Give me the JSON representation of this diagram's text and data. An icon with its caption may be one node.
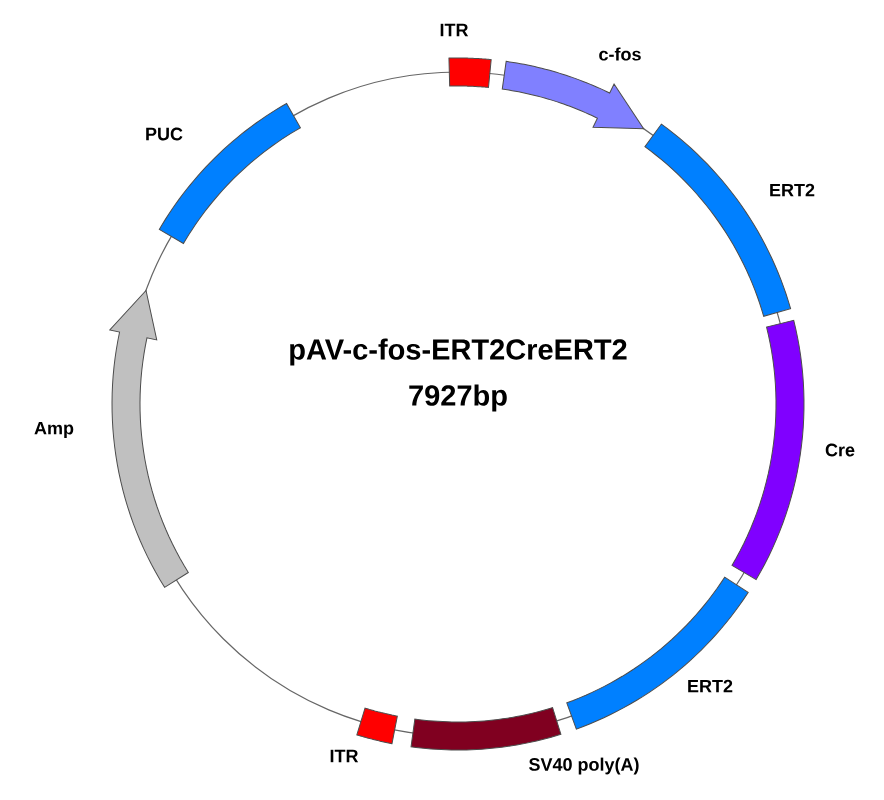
{
  "diagram": {
    "title": "pAV-c-fos-ERT2CreERT2",
    "nodes": [
      {
        "text": [
          "ITR"
        ]
      },
      {
        "text": [
          "c-fos"
        ]
      },
      {
        "text": [
          "ERT2"
        ]
      },
      {
        "text": [
          "Cre"
        ]
      },
      {
        "text": [
          "ERT2"
        ]
      },
      {
        "text": [
          "SV40 poly(A)"
        ]
      },
      {
        "text": [
          "ITR"
        ]
      },
      {
        "text": [
          "Amp"
        ]
      },
      {
        "text": [
          "PUC"
        ]
      }
    ],
    "labels": [
      "7927bp"
    ]
  }
}
